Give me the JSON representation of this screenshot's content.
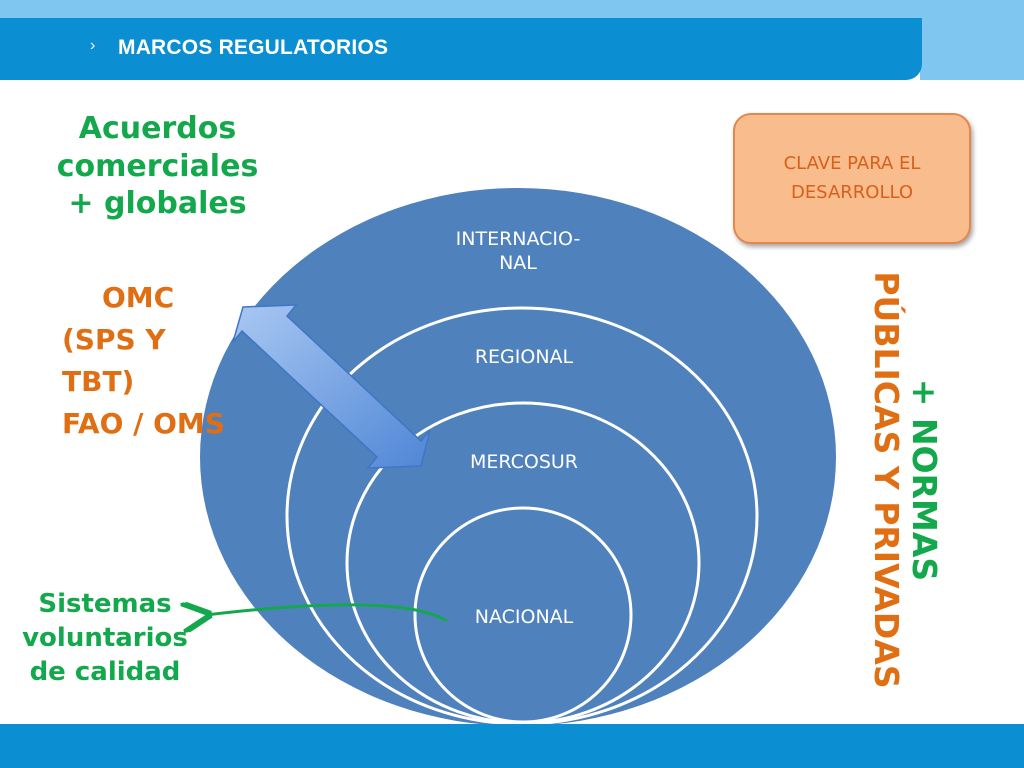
{
  "header": {
    "chevron": "›",
    "title": "MARCOS REGULATORIOS"
  },
  "diagram": {
    "rings": [
      {
        "label": "INTERNACIO-\nNAL"
      },
      {
        "label": "REGIONAL"
      },
      {
        "label": "MERCOSUR"
      },
      {
        "label": "NACIONAL"
      }
    ],
    "ring_color": "#4f81bd"
  },
  "left_notes": {
    "agreements": [
      "Acuerdos",
      "comerciales",
      "+ globales"
    ],
    "organizations": [
      "OMC",
      "(SPS Y TBT)",
      "FAO / OMS"
    ],
    "voluntary": [
      "Sistemas",
      "voluntarios",
      "de calidad"
    ]
  },
  "callout": {
    "text_lines": [
      "CLAVE PARA EL",
      "DESARROLLO"
    ]
  },
  "right_note": {
    "line1": "+ NORMAS",
    "line2": "PÚBLICAS Y PRIVADAS"
  },
  "colors": {
    "header": "#0b8ed2",
    "header_light": "#7fc7f0",
    "green": "#13a84c",
    "orange": "#e06f14",
    "callout_fill": "#f9bd8d"
  }
}
